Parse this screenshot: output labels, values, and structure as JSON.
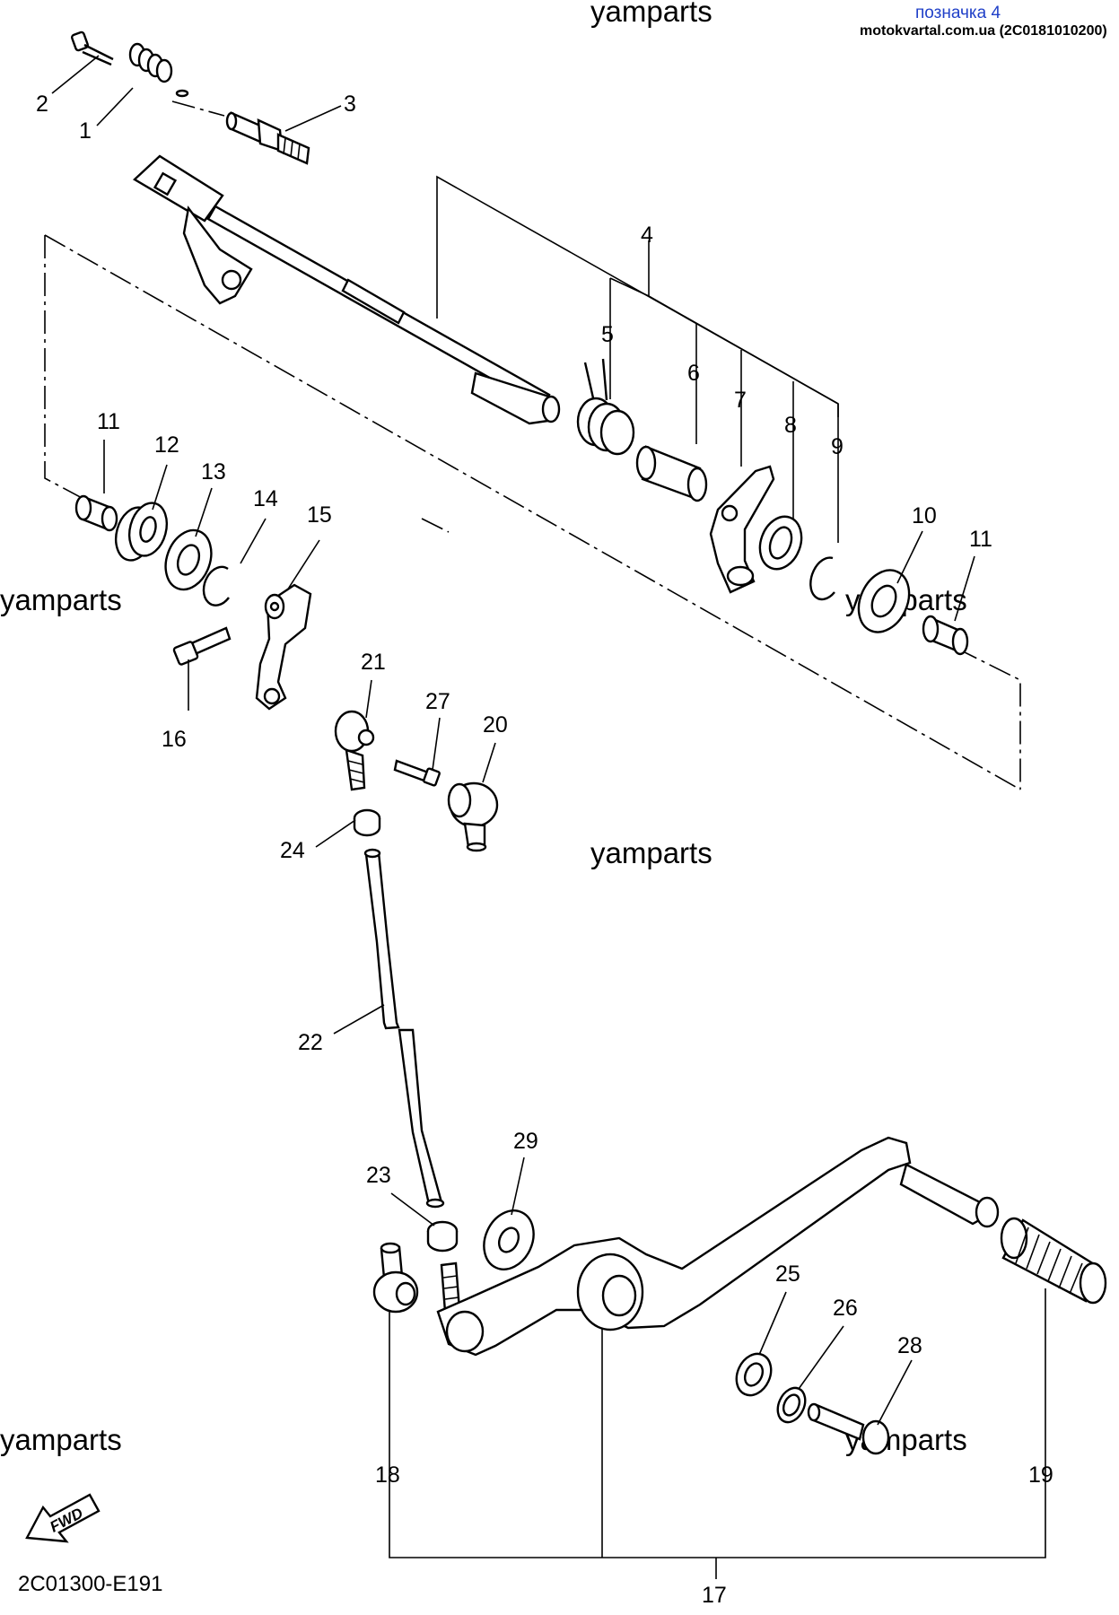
{
  "header": {
    "label_line": "позначка 4",
    "source_line": "motokvartal.com.ua (2C0181010200)"
  },
  "watermarks": [
    "yamparts",
    "yamparts",
    "yamparts",
    "yamparts",
    "yamparts",
    "yamparts"
  ],
  "callouts": [
    "1",
    "2",
    "3",
    "4",
    "5",
    "6",
    "7",
    "8",
    "9",
    "10",
    "11",
    "11",
    "12",
    "13",
    "14",
    "15",
    "16",
    "17",
    "18",
    "19",
    "20",
    "21",
    "22",
    "23",
    "24",
    "25",
    "26",
    "27",
    "28",
    "29"
  ],
  "fwd_label": "FWD",
  "diagram_code": "2C01300-E191"
}
